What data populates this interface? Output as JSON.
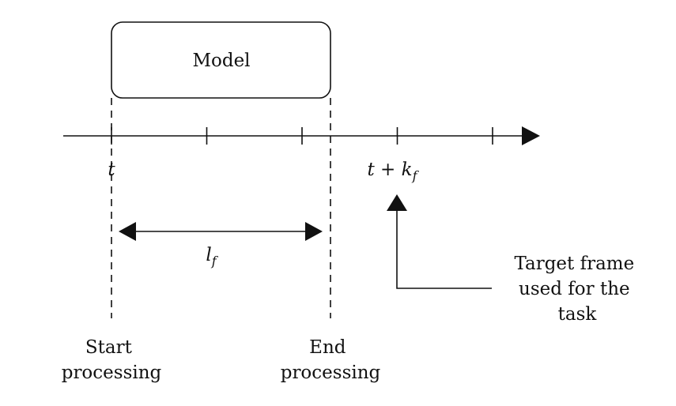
{
  "model_box": {
    "label": "Model"
  },
  "timeline": {
    "start_label": "t",
    "target_label": {
      "base": "t + k",
      "subscript": "f"
    },
    "tick_count": 5
  },
  "latency": {
    "symbol": "l",
    "subscript": "f"
  },
  "annotations": {
    "start": [
      "Start",
      "processing"
    ],
    "end": [
      "End",
      "processing"
    ],
    "target": [
      "Target frame",
      "used for the",
      "task"
    ]
  },
  "colors": {
    "stroke": "#111111",
    "background": "#ffffff"
  }
}
